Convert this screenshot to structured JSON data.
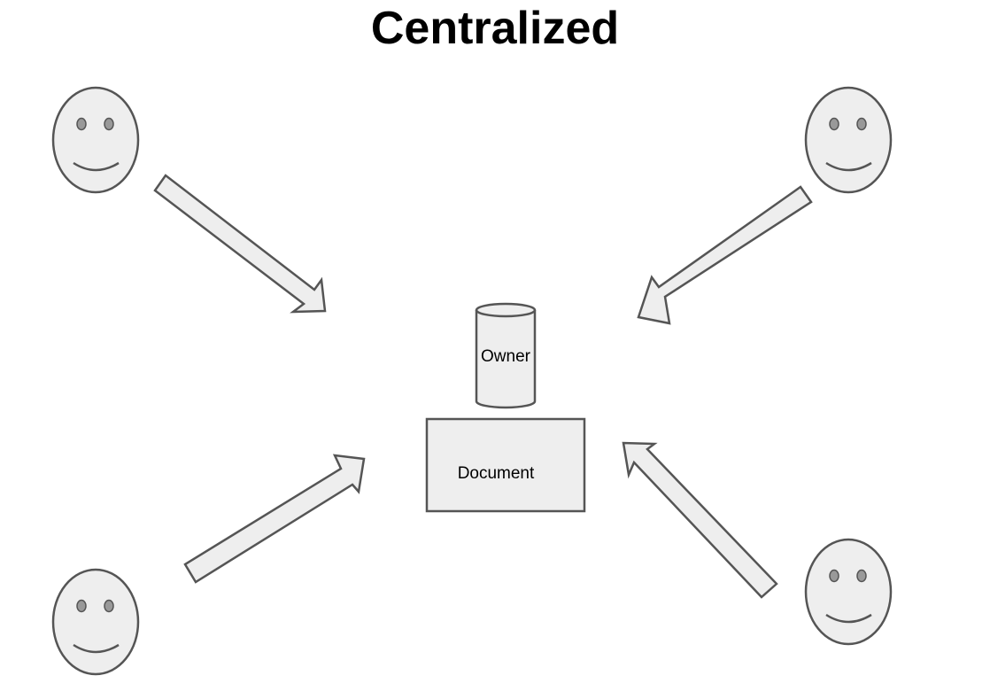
{
  "title": "Centralized",
  "owner": {
    "label": "Owner"
  },
  "document": {
    "label": "Document"
  },
  "colors": {
    "fill": "#eeeeee",
    "stroke": "#555555",
    "eye_fill": "#999999"
  },
  "icons": [
    "smiley-face-icon",
    "arrow-icon",
    "cylinder-icon"
  ]
}
